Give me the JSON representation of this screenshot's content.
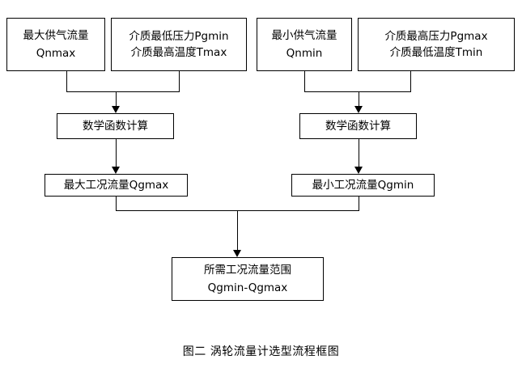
{
  "figure": {
    "caption": "图二  涡轮流量计选型流程框图",
    "line_color": "#000000",
    "background_color": "#ffffff"
  },
  "nodes": {
    "qnmax": {
      "line1": "最大供气流量",
      "line2": "Qnmax"
    },
    "pgmin": {
      "line1": "介质最低压力Pgmin",
      "line2": "介质最高温度Tmax"
    },
    "qnmin": {
      "line1": "最小供气流量",
      "line2": "Qnmin"
    },
    "pgmax": {
      "line1": "介质最高压力Pgmax",
      "line2": "介质最低温度Tmin"
    },
    "calc_left": {
      "label": "数学函数计算"
    },
    "calc_right": {
      "label": "数学函数计算"
    },
    "qgmax": {
      "label": "最大工况流量Qgmax"
    },
    "qgmin": {
      "label": "最小工况流量Qgmin"
    },
    "result": {
      "line1": "所需工况流量范围",
      "line2": "Qgmin-Qgmax"
    }
  }
}
